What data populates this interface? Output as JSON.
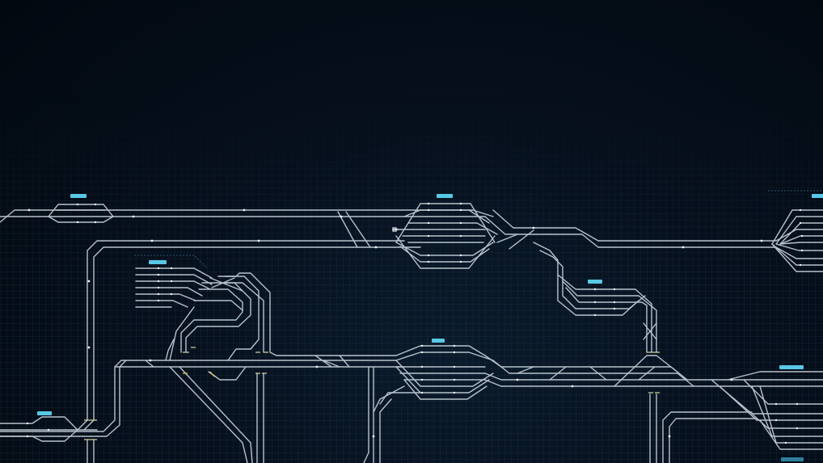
{
  "colors": {
    "track": "#b7c3cc",
    "track_dim": "#7f8f9b",
    "signal_white": "#eef3f6",
    "station_label_bg": "#58c8e6",
    "station_label_dim": "#2e7f9c",
    "platform_marker": "#d7d9a8",
    "yellow_marker": "#e0c94a",
    "guide_line": "#3a6e88"
  },
  "stations": [
    {
      "id": "st-a",
      "name": ""
    },
    {
      "id": "st-b",
      "name": ""
    },
    {
      "id": "st-c",
      "name": ""
    },
    {
      "id": "st-d",
      "name": ""
    },
    {
      "id": "st-e",
      "name": ""
    },
    {
      "id": "st-f",
      "name": ""
    },
    {
      "id": "st-g",
      "name": ""
    },
    {
      "id": "st-h",
      "name": ""
    },
    {
      "id": "st-i",
      "name": ""
    }
  ],
  "icons": [
    "station-label-icon",
    "signal-icon",
    "buffer-stop-icon",
    "platform-marker-icon"
  ]
}
